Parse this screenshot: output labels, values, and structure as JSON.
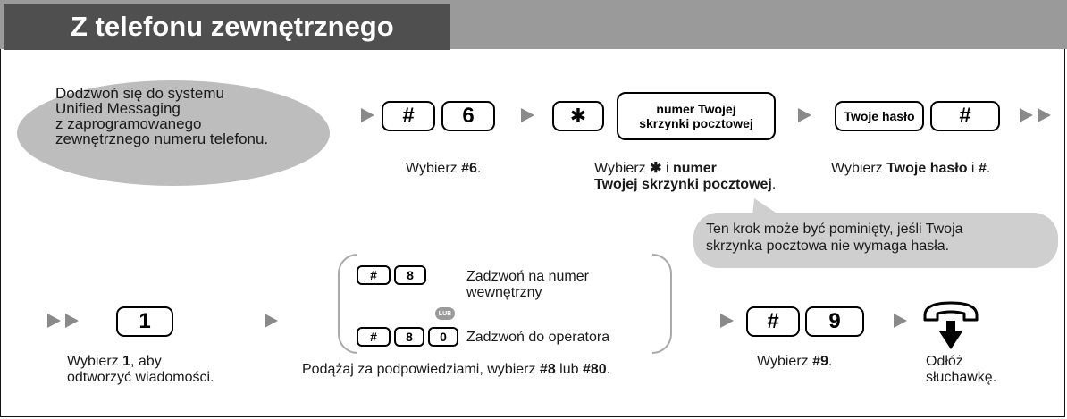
{
  "header": {
    "title": "Z telefonu zewnętrznego"
  },
  "bubble": {
    "line1": "Dodzwoń się do systemu",
    "line2": "Unified Messaging",
    "line3": "z zaprogramowanego",
    "line4": "zewnętrznego numeru telefonu."
  },
  "keys": {
    "hash": "#",
    "six": "6",
    "star": "✱",
    "one": "1",
    "eight": "8",
    "zero": "0",
    "nine": "9",
    "mailbox_line1": "numer Twojej",
    "mailbox_line2": "skrzynki pocztowej",
    "password": "Twoje hasło"
  },
  "captions": {
    "dial6_pre": "Wybierz ",
    "dial6_bold": "#6",
    "dial6_post": ".",
    "star_pre": "Wybierz ",
    "star_sym": "✱",
    "star_mid": " i ",
    "star_bold1": "numer",
    "star_bold2": "Twojej skrzynki pocztowej",
    "star_post": ".",
    "pass_pre": "Wybierz ",
    "pass_bold": "Twoje hasło",
    "pass_mid": " i ",
    "pass_bold2": "#",
    "pass_post": ".",
    "one_pre": "Wybierz ",
    "one_bold": "1",
    "one_post": ", aby",
    "one_line2": "odtworzyć wiadomości.",
    "follow_pre": "Podążaj za podpowiedziami, wybierz ",
    "follow_b1": "#8",
    "follow_mid": " lub ",
    "follow_b2": "#80",
    "follow_post": ".",
    "nine_pre": "Wybierz ",
    "nine_bold": "#9",
    "nine_post": ".",
    "hangup_line1": "Odłóż",
    "hangup_line2": "słuchawkę."
  },
  "note": {
    "line1": "Ten krok może być pominięty, jeśli Twoja",
    "line2": "skrzynka pocztowa nie wymaga hasła."
  },
  "options": {
    "ext_line1": "Zadzwoń na numer",
    "ext_line2": "wewnętrzny",
    "or_badge": "LUB",
    "operator": "Zadzwoń do operatora"
  },
  "icons": {
    "arrow": "arrow-right-icon",
    "handset": "hang-up-handset-icon"
  }
}
